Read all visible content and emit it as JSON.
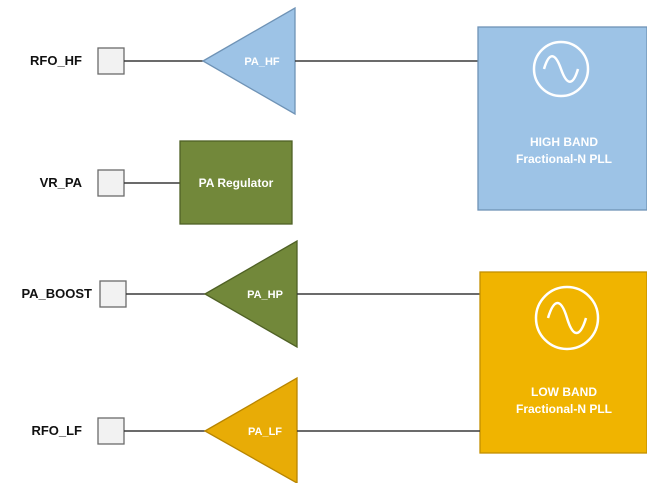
{
  "pins": {
    "rfo_hf": "RFO_HF",
    "vr_pa": "VR_PA",
    "pa_boost": "PA_BOOST",
    "rfo_lf": "RFO_LF"
  },
  "amplifiers": {
    "pa_hf": "PA_HF",
    "pa_hp": "PA_HP",
    "pa_lf": "PA_LF"
  },
  "regulator": {
    "label": "PA Regulator"
  },
  "plls": {
    "high": {
      "line1": "HIGH BAND",
      "line2": "Fractional-N PLL"
    },
    "low": {
      "line1": "LOW BAND",
      "line2": "Fractional-N PLL"
    }
  },
  "icons": {
    "oscillator": "sine-wave-oscillator-icon"
  },
  "colors": {
    "blue_fill": "#9dc3e6",
    "blue_stroke": "#6f93b6",
    "green_fill": "#72883a",
    "green_stroke": "#4f6125",
    "gold_fill": "#e8ac06",
    "gold_stroke": "#b88500",
    "pll_low_fill": "#f0b400",
    "pll_low_stroke": "#c28f00"
  }
}
